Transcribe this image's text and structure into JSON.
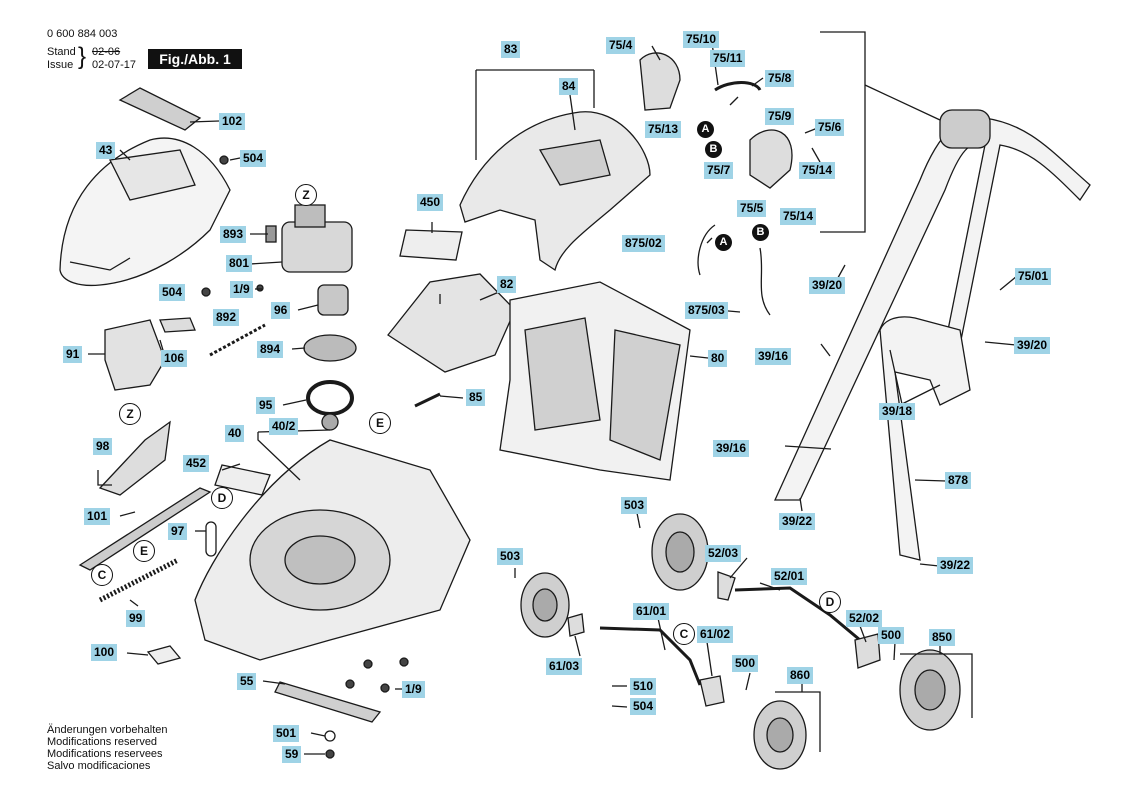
{
  "header": {
    "doc_number": "0 600 884 003",
    "stand_label": "Stand",
    "stand_value": "02-06",
    "issue_label": "Issue",
    "issue_value": "02-07-17",
    "figure": "Fig./Abb. 1"
  },
  "notes": [
    "Änderungen vorbehalten",
    "Modifications reserved",
    "Modifications reservees",
    "Salvo modificaciones"
  ],
  "parts": {
    "p102": "102",
    "p43": "43",
    "p504a": "504",
    "p893": "893",
    "p801": "801",
    "p19a": "1/9",
    "p96": "96",
    "p504b": "504",
    "p892": "892",
    "p894": "894",
    "p91": "91",
    "p106": "106",
    "p95": "95",
    "p402": "40/2",
    "p40": "40",
    "p98": "98",
    "p452": "452",
    "p101": "101",
    "p97": "97",
    "p99": "99",
    "p100": "100",
    "p55": "55",
    "p19b": "1/9",
    "p501": "501",
    "p59": "59",
    "p83": "83",
    "p84": "84",
    "p450": "450",
    "p82": "82",
    "p85": "85",
    "p80": "80",
    "p8752": "875/02",
    "p8753": "875/03",
    "p754": "75/4",
    "p7510": "75/10",
    "p7511": "75/11",
    "p758": "75/8",
    "p7513": "75/13",
    "p759": "75/9",
    "p756": "75/6",
    "p757": "75/7",
    "p7514a": "75/14",
    "p755": "75/5",
    "p7514b": "75/14",
    "p3920a": "39/20",
    "p7501": "75/01",
    "p3920b": "39/20",
    "p3916a": "39/16",
    "p3918": "39/18",
    "p3916b": "39/16",
    "p878": "878",
    "p3922a": "39/22",
    "p3922b": "39/22",
    "p503a": "503",
    "p5203": "52/03",
    "p5201": "52/01",
    "p503b": "503",
    "p6101": "61/01",
    "p5202": "52/02",
    "p500a": "500",
    "p850": "850",
    "p6103": "61/03",
    "p6102": "61/02",
    "p500b": "500",
    "p510": "510",
    "p504c": "504",
    "p860": "860"
  },
  "markers": {
    "z1": "Z",
    "z2": "Z",
    "e1": "E",
    "e2": "E",
    "d1": "D",
    "d2": "D",
    "c1": "C",
    "c2": "C",
    "a1": "A",
    "a2": "A",
    "b1": "B",
    "b2": "B"
  }
}
